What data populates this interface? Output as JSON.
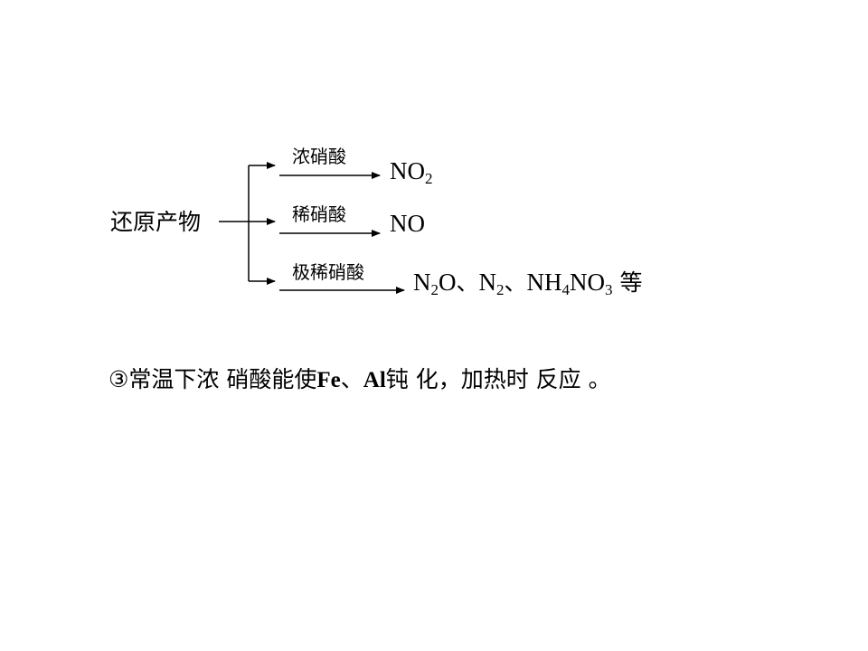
{
  "diagram": {
    "root": "还原产物",
    "branches": [
      {
        "condition": "浓硝酸",
        "product_parts": [
          {
            "t": "NO"
          },
          {
            "sub": "2"
          }
        ]
      },
      {
        "condition": "稀硝酸",
        "product_parts": [
          {
            "t": "NO"
          }
        ]
      },
      {
        "condition": "极稀硝酸",
        "product_parts": [
          {
            "t": "N"
          },
          {
            "sub": "2"
          },
          {
            "t": "O"
          },
          {
            "cn": "、"
          },
          {
            "t": "N"
          },
          {
            "sub": "2"
          },
          {
            "cn": "、"
          },
          {
            "t": "NH"
          },
          {
            "sub": "4"
          },
          {
            "t": "NO"
          },
          {
            "sub": "3"
          },
          {
            "cn": " 等"
          }
        ]
      }
    ]
  },
  "note": {
    "marker": "③",
    "text_before": "常温下浓 硝酸能使",
    "fe": "Fe",
    "sep": "、",
    "al": "Al",
    "text_after": "钝 化，加热时 反应 。"
  }
}
